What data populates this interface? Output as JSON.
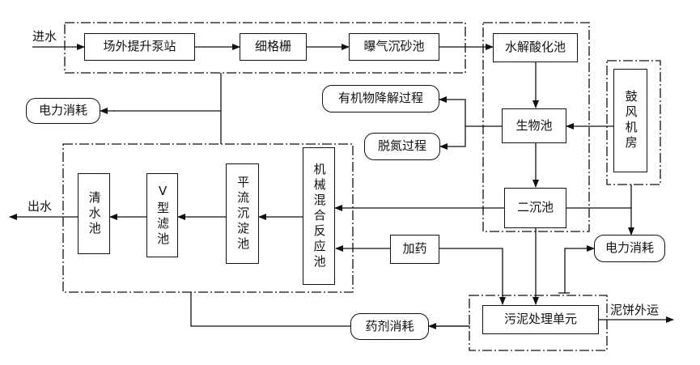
{
  "labels": {
    "inflow": "进水",
    "outflow": "出水",
    "sludge_out": "泥饼外运"
  },
  "nodes": {
    "lift_pump": "场外提升泵站",
    "fine_screen": "细格栅",
    "aerated_grit": "曝气沉砂池",
    "hydrolysis": "水解酸化池",
    "blower": "鼓风机房",
    "organic_degradation": "有机物降解过程",
    "denitrification": "脱氮过程",
    "bio_tank": "生物池",
    "secondary_clarifier": "二沉池",
    "power_left": "电力消耗",
    "power_right": "电力消耗",
    "dosing": "加药",
    "sludge_unit": "污泥处理单元",
    "chemical_consumption": "药剂消耗",
    "clear_well": "清水池",
    "v_filter": "V型滤池",
    "sedimentation": "平流沉淀池",
    "mixing_reactor": "机械混合反应池"
  }
}
